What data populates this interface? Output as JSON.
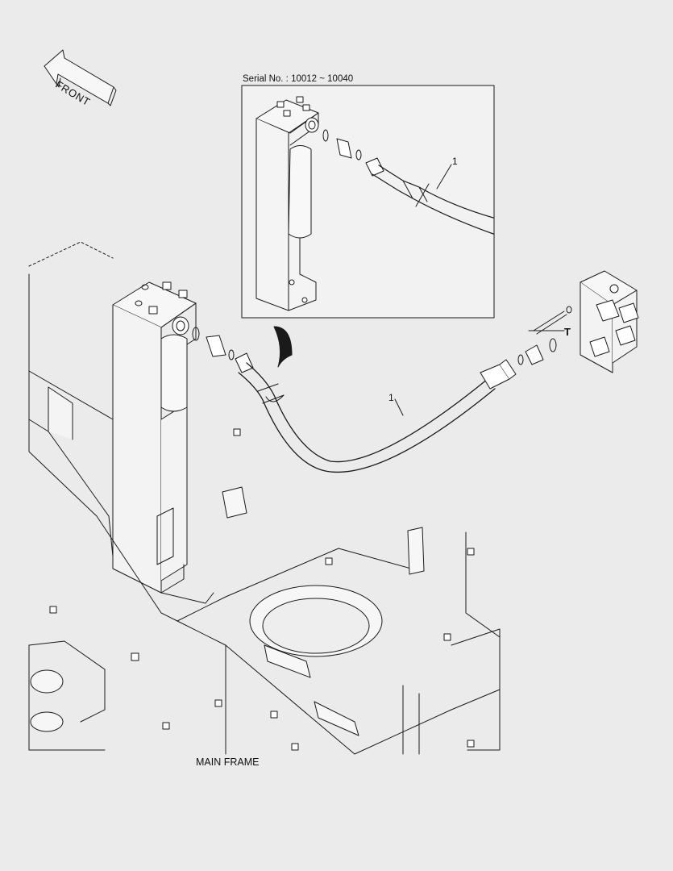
{
  "diagram": {
    "orientation_label": "FRONT",
    "inset_title": "Serial No. : 10012 ~ 10040",
    "inset_callout": "1",
    "main_callout": "1",
    "port_label": "T",
    "frame_label": "MAIN FRAME"
  },
  "colors": {
    "background": "#ebebeb",
    "line": "#1a1a1a",
    "fill": "#f4f4f4"
  }
}
